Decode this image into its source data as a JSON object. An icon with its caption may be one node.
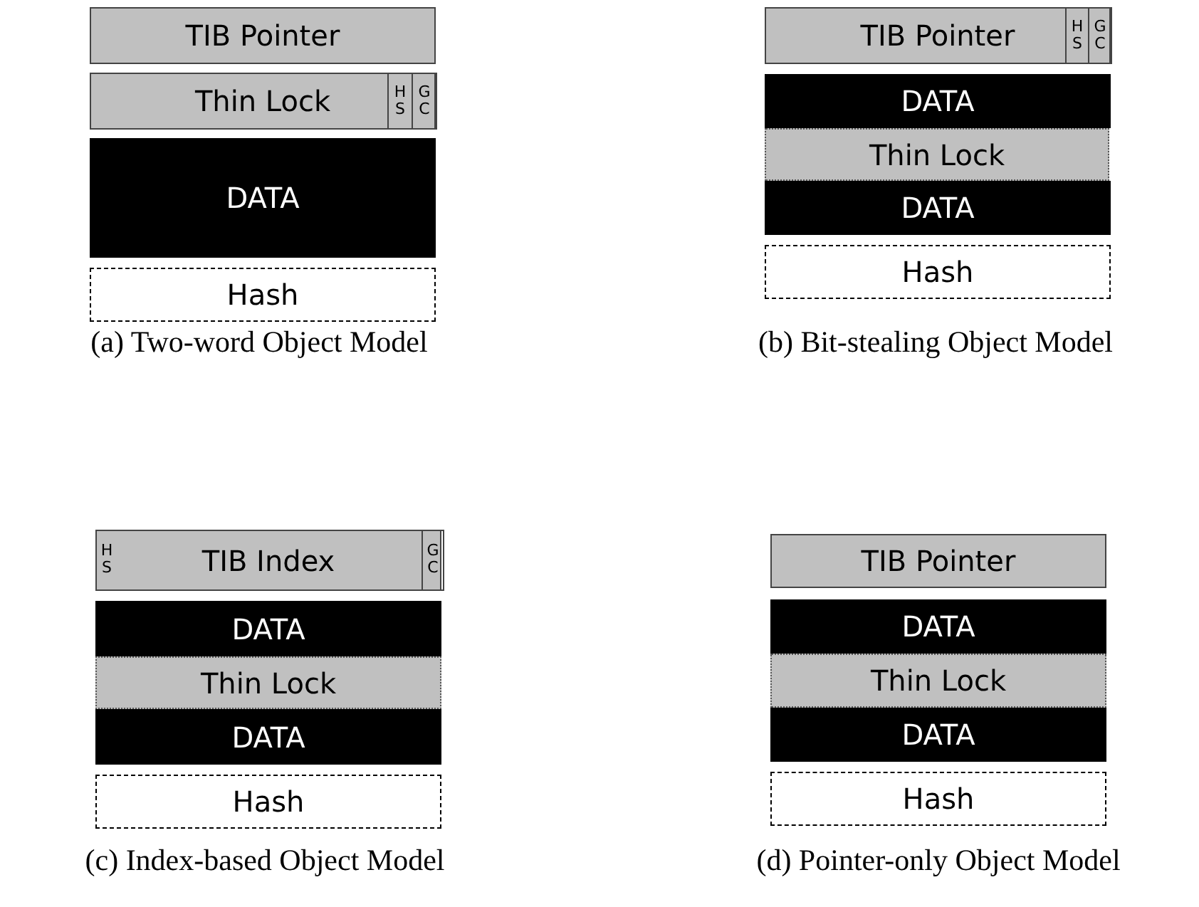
{
  "diagram": {
    "nodes": [
      {
        "text": [
          "TIB Pointer"
        ]
      },
      {
        "text": [
          "Thin Lock"
        ]
      },
      {
        "text": [
          "H S"
        ],
        "in": 1
      },
      {
        "text": [
          "G C"
        ],
        "in": 1
      },
      {
        "text": [
          "DATA"
        ]
      },
      {
        "text": [
          "Hash"
        ]
      },
      {
        "text": [
          "TIB Pointer"
        ]
      },
      {
        "text": [
          "H S"
        ],
        "in": 6
      },
      {
        "text": [
          "G C"
        ],
        "in": 6
      },
      {
        "text": [
          "DATA"
        ]
      },
      {
        "text": [
          "Thin Lock"
        ]
      },
      {
        "text": [
          "DATA"
        ]
      },
      {
        "text": [
          "Hash"
        ]
      },
      {
        "text": [
          "TIB Index"
        ]
      },
      {
        "text": [
          "H S"
        ],
        "in": 13
      },
      {
        "text": [
          "G C"
        ],
        "in": 13
      },
      {
        "text": [
          "DATA"
        ]
      },
      {
        "text": [
          "Thin Lock"
        ]
      },
      {
        "text": [
          "DATA"
        ]
      },
      {
        "text": [
          "Hash"
        ]
      },
      {
        "text": [
          "TIB Pointer"
        ]
      },
      {
        "text": [
          "DATA"
        ]
      },
      {
        "text": [
          "Thin Lock"
        ]
      },
      {
        "text": [
          "DATA"
        ]
      },
      {
        "text": [
          "Hash"
        ]
      }
    ],
    "labels": [
      "(a) Two-word Object Model",
      "(b) Bit-stealing Object Model",
      "(c) Index-based Object Model",
      "(d) Pointer-only Object Model"
    ]
  }
}
